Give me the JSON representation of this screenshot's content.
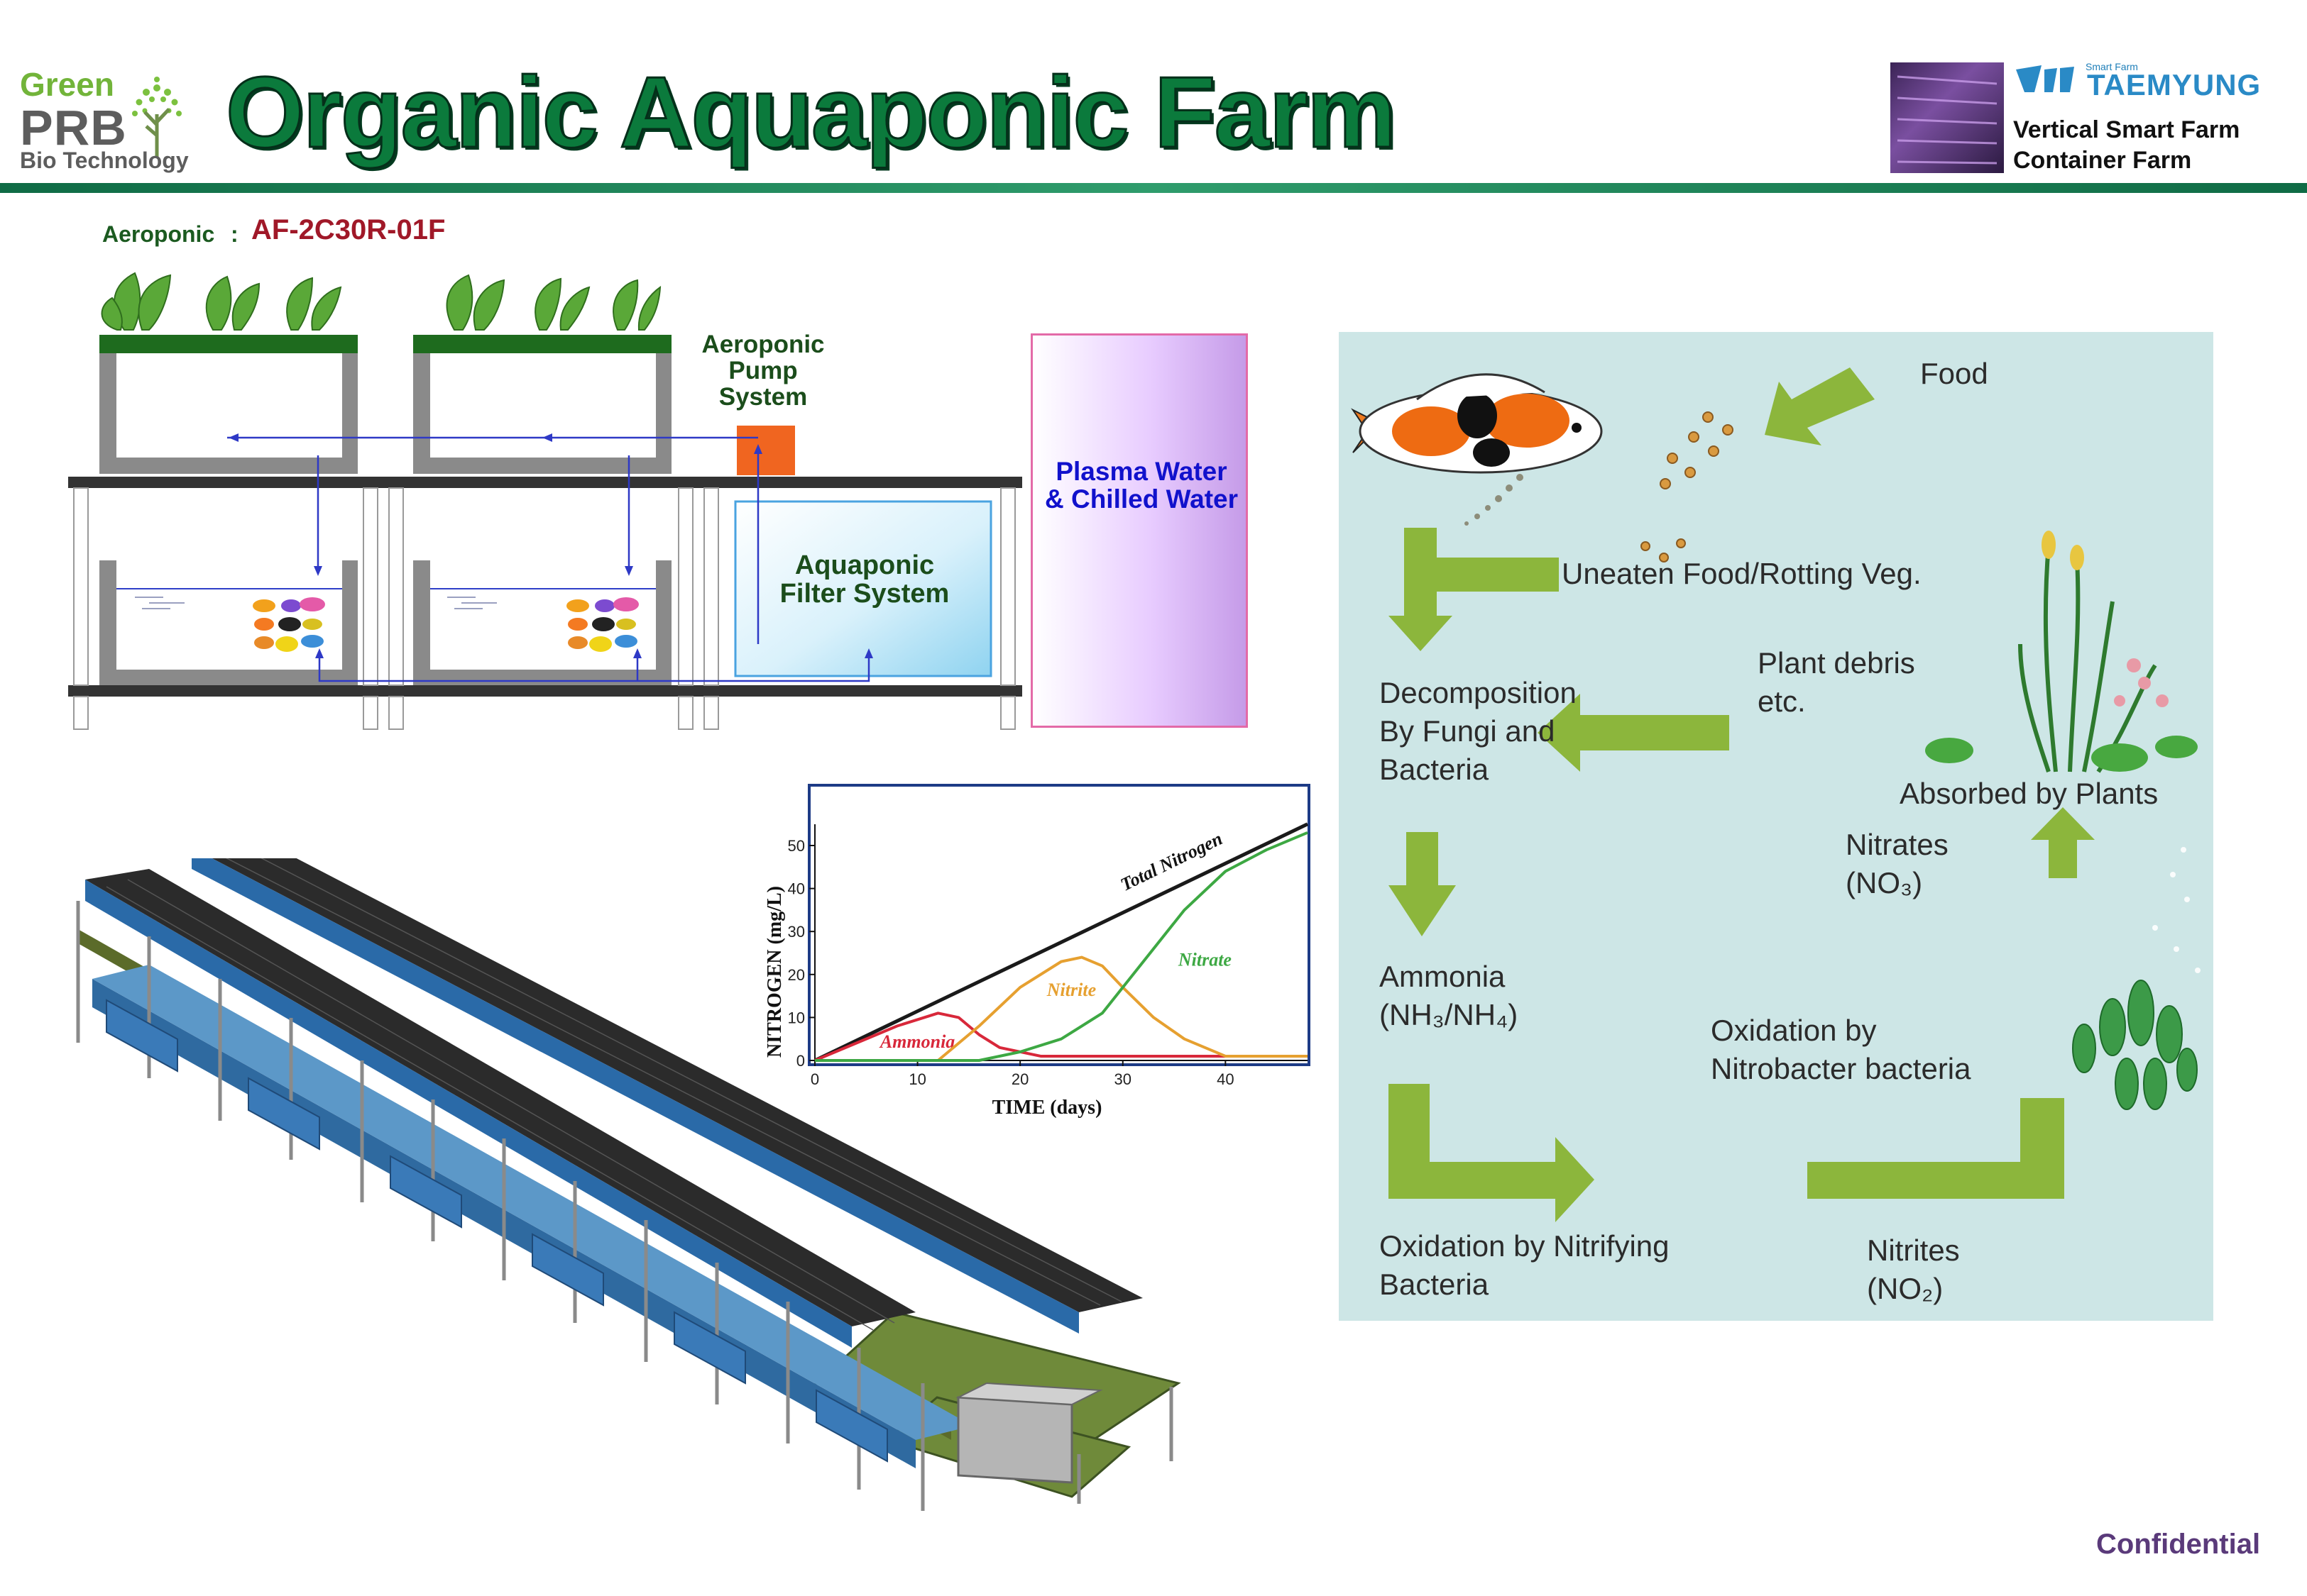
{
  "header": {
    "logo_green": "Green",
    "logo_prb": "PRB",
    "logo_bio": "Bio Technology",
    "title": "Organic Aquaponic Farm",
    "brand_small": "Smart Farm",
    "brand_name": "TAEMYUNG",
    "brand_line1": "Vertical Smart Farm",
    "brand_line2": "Container Farm"
  },
  "system": {
    "aero_label": "Aeroponic",
    "aero_colon": ":",
    "aero_model": "AF-2C30R-01F",
    "pump_label": "Aeroponic Pump System",
    "filter_label": "Aquaponic Filter System",
    "plasma_label": "Plasma Water & Chilled Water"
  },
  "cycle": {
    "food": "Food",
    "uneaten": "Uneaten Food/Rotting Veg.",
    "plant_debris_1": "Plant debris",
    "plant_debris_2": "etc.",
    "decomposition_1": "Decomposition",
    "decomposition_2": "By Fungi and",
    "decomposition_3": "Bacteria",
    "absorbed": "Absorbed by Plants",
    "nitrates_1": "Nitrates",
    "nitrates_2": "(NO₃)",
    "ammonia_1": "Ammonia",
    "ammonia_2": "(NH₃/NH₄)",
    "oxidation_nitrobacter_1": "Oxidation by",
    "oxidation_nitrobacter_2": "Nitrobacter bacteria",
    "oxidation_nitrifying_1": "Oxidation by Nitrifying",
    "oxidation_nitrifying_2": "Bacteria",
    "nitrites_1": "Nitrites",
    "nitrites_2": "(NO₂)"
  },
  "chart_data": {
    "type": "line",
    "ylabel": "NITROGEN (mg/L)",
    "xlabel": "TIME (days)",
    "xlim": [
      0,
      48
    ],
    "ylim": [
      0,
      50
    ],
    "xticks": [
      0,
      10,
      20,
      30,
      40
    ],
    "yticks": [
      0,
      10,
      20,
      30,
      40,
      50
    ],
    "series": [
      {
        "name": "Total Nitrogen",
        "color": "#1a1a1a",
        "x": [
          0,
          48
        ],
        "y": [
          0,
          55
        ]
      },
      {
        "name": "Ammonia",
        "color": "#d8283a",
        "x": [
          0,
          4,
          8,
          12,
          14,
          16,
          18,
          22,
          48
        ],
        "y": [
          0,
          4,
          8,
          11,
          10,
          6,
          3,
          1,
          1
        ]
      },
      {
        "name": "Nitrite",
        "color": "#e6a030",
        "x": [
          0,
          12,
          16,
          20,
          24,
          26,
          28,
          30,
          33,
          36,
          40,
          48
        ],
        "y": [
          0,
          0,
          8,
          17,
          23,
          24,
          22,
          17,
          10,
          5,
          1,
          1
        ]
      },
      {
        "name": "Nitrate",
        "color": "#3da843",
        "x": [
          0,
          16,
          20,
          24,
          28,
          32,
          36,
          40,
          44,
          48
        ],
        "y": [
          0,
          0,
          2,
          5,
          11,
          23,
          35,
          44,
          49,
          53
        ]
      }
    ]
  }
}
